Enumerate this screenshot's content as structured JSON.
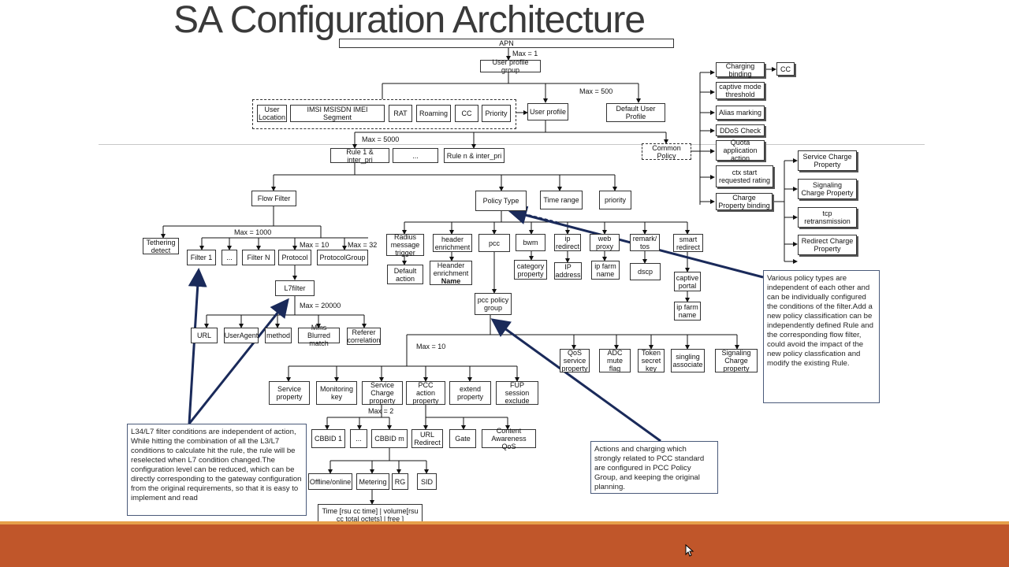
{
  "title": "SA Configuration Architecture",
  "nodes": {
    "apn": "APN",
    "max1": "Max = 1",
    "user_profile_group": "User profile group",
    "max500": "Max = 500",
    "user_location": "User Location",
    "imsi": "IMSI MSISDN IMEI Segment",
    "rat": "RAT",
    "roaming": "Roaming",
    "cc": "CC",
    "priority": "Priority",
    "user_profile": "User profile",
    "default_user_profile": "Default User Profile",
    "max5000": "Max = 5000",
    "rule1": "Rule 1 & inter_pri",
    "rule_dots": "...",
    "rulen": "Rule n & inter_pri",
    "common_policy": "Common Policy",
    "flow_filter": "Flow Filter",
    "policy_type": "Policy Type",
    "time_range": "Time range",
    "priority2": "priority",
    "max1000": "Max = 1000",
    "tethering": "Tethering detect",
    "filter1": "Filter 1",
    "filter_dots": "...",
    "filtern": "Filter N",
    "protocol": "Protocol",
    "protocol_group": "ProtocolGroup",
    "max10": "Max = 10",
    "max32": "Max = 32",
    "l7filter": "L7filter",
    "max20000": "Max = 20000",
    "url": "URL",
    "useragent": "UserAgent",
    "method": "method",
    "mms": "Mms Blurred match",
    "referer": "Referer correlation",
    "radius": "Radius message trigger",
    "header_enrich": "header enrichment",
    "pcc": "pcc",
    "bwm": "bwm",
    "ip_redirect": "ip redirect",
    "web_proxy": "web proxy",
    "remark": "remark/ tos",
    "smart_redirect": "smart redirect",
    "default_action": "Default action",
    "heander_enrich": "Heander enrichment",
    "heander_name": "Name",
    "category_property": "category property",
    "ip_address": "IP address",
    "ip_farm_name": "ip farm name",
    "dscp": "dscp",
    "captive_portal": "captive portal",
    "ip_farm_name2": "ip farm name",
    "pcc_policy_group": "pcc policy group",
    "max10b": "Max = 10",
    "qos_service": "QoS service property",
    "adc_mute": "ADC mute flag",
    "token_secret": "Token secret key",
    "singling": "singling associate",
    "signaling_charge": "Signaling Charge property",
    "service_property": "Service property",
    "monitoring_key": "Monitoring key",
    "service_charge_prop": "Service Charge property",
    "pcc_action": "PCC action property",
    "extend_property": "extend property",
    "fup_session": "FUP session exclude",
    "max2": "Max = 2",
    "cbbid1": "CBBID 1",
    "cbbid_dots": "...",
    "cbbidm": "CBBID m",
    "url_redirect": "URL Redirect",
    "gate": "Gate",
    "content_awareness": "Content Awareness QoS",
    "offline_online": "Offline/online",
    "metering": "Metering",
    "rg": "RG",
    "sid": "SID",
    "time_volume": "Time [rsu cc time] | volume[rsu cc total octets] | free ]",
    "charging_binding": "Charging binding",
    "cc2": "CC",
    "captive_mode": "captive mode threshold",
    "alias_marking": "Alias marking",
    "ddos_check": "DDoS Check",
    "quota_app": "Quota application action",
    "ctx_start": "ctx start requested rating",
    "charge_property_binding": "Charge Property binding",
    "service_charge_property": "Service Charge Property",
    "signaling_charge_property": "Signaling Charge Property",
    "tcp_retrans": "tcp retransmission",
    "redirect_charge_property": "Redirect Charge Property"
  },
  "notes": {
    "policy_types": "Various policy types are independent of each other and can be individually configured the conditions of the filter.Add a new policy classification can be independently defined Rule and the corresponding flow filter, could avoid the impact of the new policy classfication and modify the existing Rule.",
    "l34_l7": "L34/L7 filter conditions are independent of action, While hitting the combination of all the L3/L7 conditions to calculate hit the rule, the rule will be reselected when L7 condition changed.The configuration level can be reduced, which can be directly corresponding to the gateway configuration from the original requirements, so that it is easy to implement and read",
    "pcc_actions": "Actions and charging which strongly related to PCC standard are configured in PCC Policy Group, and keeping the original planning."
  },
  "colors": {
    "bottom_bar": "#c0562a",
    "bottom_accent": "#e6a04a",
    "arrow": "#1a2a5a",
    "title": "#3a3a3a"
  }
}
